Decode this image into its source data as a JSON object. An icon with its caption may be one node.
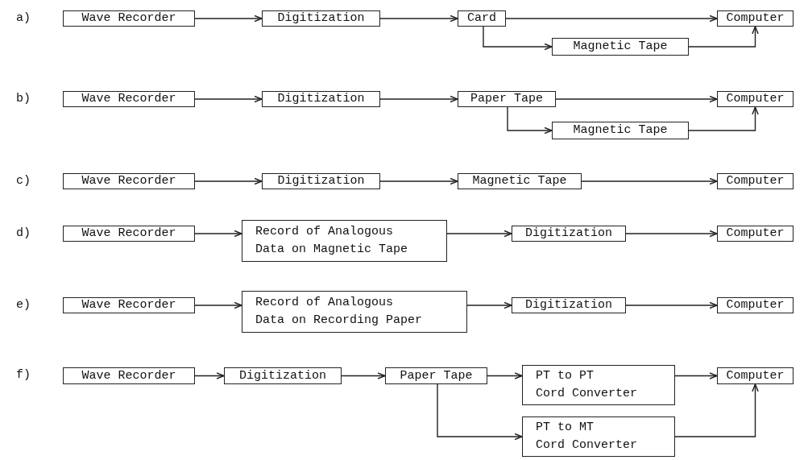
{
  "diagram": {
    "nodes": [
      {
        "text": [
          "Wave Recorder"
        ]
      },
      {
        "text": [
          "Digitization"
        ]
      },
      {
        "text": [
          "Card"
        ]
      },
      {
        "text": [
          "Computer"
        ]
      },
      {
        "text": [
          "Magnetic Tape"
        ]
      },
      {
        "text": [
          "Wave Recorder"
        ]
      },
      {
        "text": [
          "Digitization"
        ]
      },
      {
        "text": [
          "Paper Tape"
        ]
      },
      {
        "text": [
          "Computer"
        ]
      },
      {
        "text": [
          "Magnetic Tape"
        ]
      },
      {
        "text": [
          "Wave Recorder"
        ]
      },
      {
        "text": [
          "Digitization"
        ]
      },
      {
        "text": [
          "Magnetic Tape"
        ]
      },
      {
        "text": [
          "Computer"
        ]
      },
      {
        "text": [
          "Wave Recorder"
        ]
      },
      {
        "text": [
          "Record of Analogous Data on Magnetic Tape"
        ]
      },
      {
        "text": [
          "Digitization"
        ]
      },
      {
        "text": [
          "Computer"
        ]
      },
      {
        "text": [
          "Wave Recorder"
        ]
      },
      {
        "text": [
          "Record of Analogous Data on Recording Paper"
        ]
      },
      {
        "text": [
          "Digitization"
        ]
      },
      {
        "text": [
          "Computer"
        ]
      },
      {
        "text": [
          "Wave Recorder"
        ]
      },
      {
        "text": [
          "Digitization"
        ]
      },
      {
        "text": [
          "Paper Tape"
        ]
      },
      {
        "text": [
          "PT to PT Cord Converter"
        ]
      },
      {
        "text": [
          "Computer"
        ]
      },
      {
        "text": [
          "PT to MT Cord Converter"
        ]
      }
    ],
    "edges": [
      {
        "from": 0,
        "to": 1,
        "arrow": "to"
      },
      {
        "from": 1,
        "to": 2,
        "arrow": "to"
      },
      {
        "from": 2,
        "to": 3,
        "arrow": "to"
      },
      {
        "from": 2,
        "to": 4,
        "arrow": "to"
      },
      {
        "from": 4,
        "to": 3,
        "arrow": "to"
      },
      {
        "from": 5,
        "to": 6,
        "arrow": "to"
      },
      {
        "from": 6,
        "to": 7,
        "arrow": "to"
      },
      {
        "from": 7,
        "to": 8,
        "arrow": "to"
      },
      {
        "from": 7,
        "to": 9,
        "arrow": "to"
      },
      {
        "from": 9,
        "to": 8,
        "arrow": "to"
      },
      {
        "from": 10,
        "to": 11,
        "arrow": "to"
      },
      {
        "from": 11,
        "to": 12,
        "arrow": "to"
      },
      {
        "from": 12,
        "to": 13,
        "arrow": "to"
      },
      {
        "from": 14,
        "to": 15,
        "arrow": "to"
      },
      {
        "from": 15,
        "to": 16,
        "arrow": "to"
      },
      {
        "from": 16,
        "to": 17,
        "arrow": "to"
      },
      {
        "from": 18,
        "to": 19,
        "arrow": "to"
      },
      {
        "from": 19,
        "to": 20,
        "arrow": "to"
      },
      {
        "from": 20,
        "to": 21,
        "arrow": "to"
      },
      {
        "from": 22,
        "to": 23,
        "arrow": "to"
      },
      {
        "from": 23,
        "to": 24,
        "arrow": "to"
      },
      {
        "from": 24,
        "to": 25,
        "arrow": "to"
      },
      {
        "from": 25,
        "to": 26,
        "arrow": "to"
      },
      {
        "from": 24,
        "to": 27,
        "arrow": "to"
      },
      {
        "from": 27,
        "to": 26,
        "arrow": "to"
      }
    ],
    "labels": [
      "a)",
      "b)",
      "c)",
      "d)",
      "e)",
      "f)"
    ]
  }
}
